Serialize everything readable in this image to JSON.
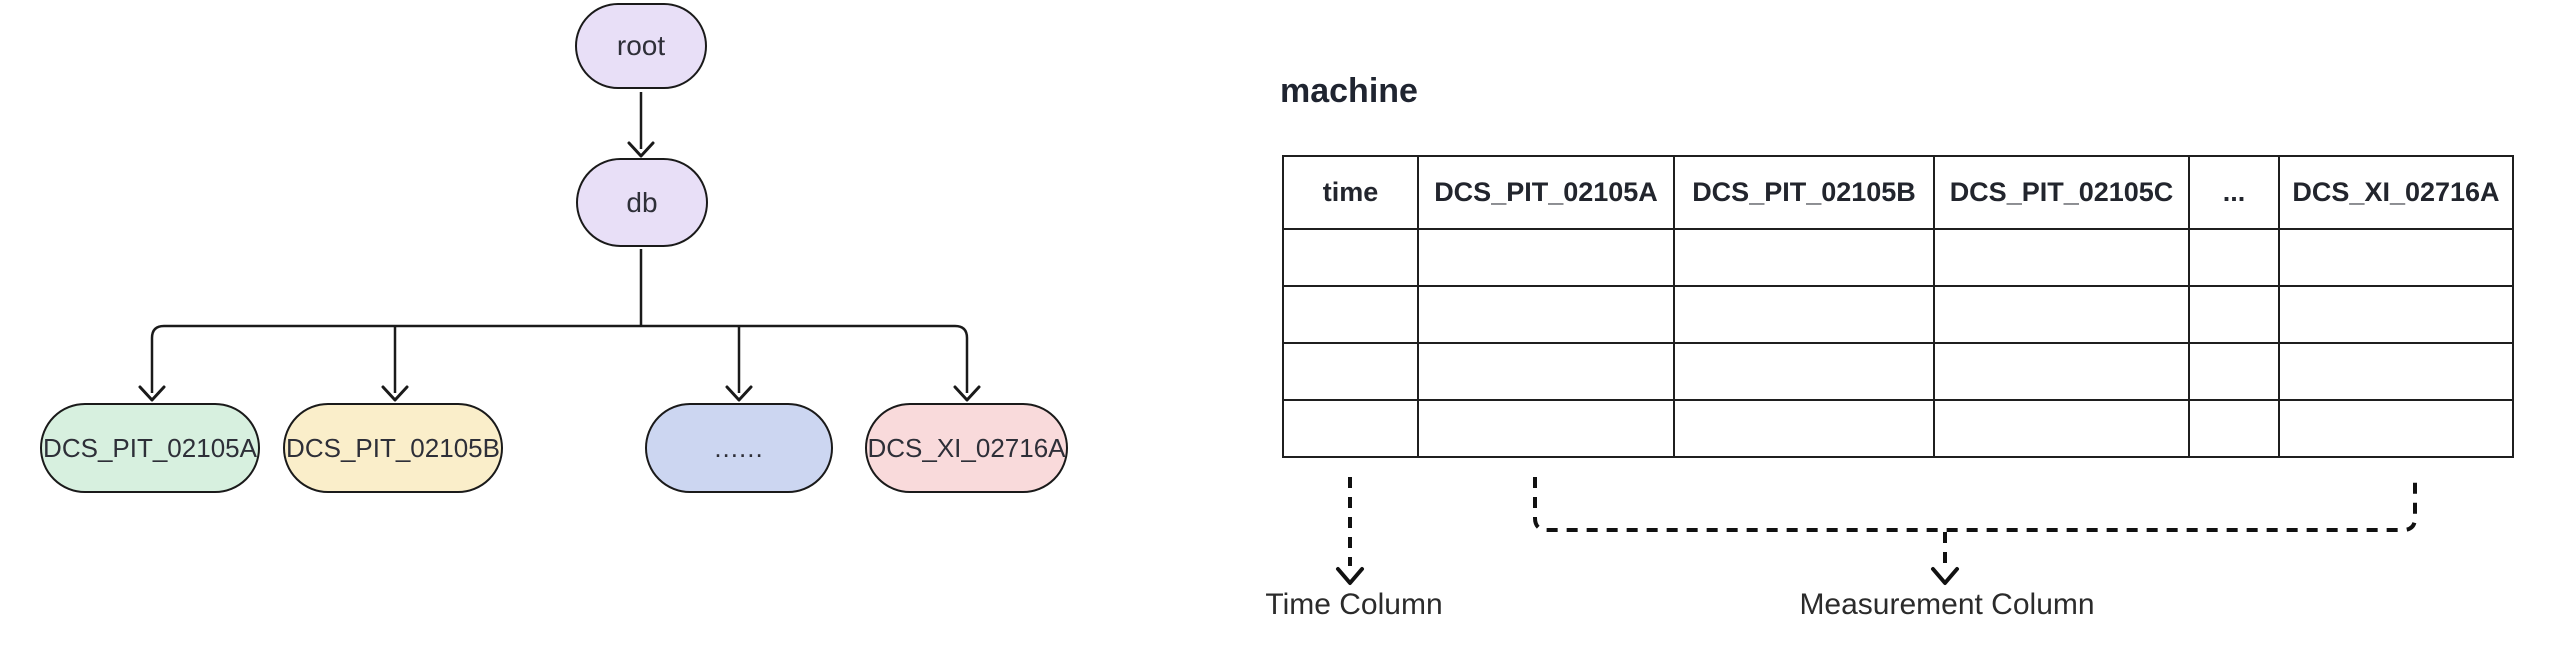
{
  "diagram": {
    "nodes": {
      "root": {
        "label": "root",
        "fill": "#e8dff7"
      },
      "db": {
        "label": "db",
        "fill": "#e8dff7"
      },
      "leaf1": {
        "label": "DCS_PIT_02105A",
        "fill": "#d7f0df"
      },
      "leaf2": {
        "label": "DCS_PIT_02105B",
        "fill": "#faeeca"
      },
      "leaf3": {
        "label": "......",
        "fill": "#ccd6f1"
      },
      "leaf4": {
        "label": "DCS_XI_02716A",
        "fill": "#f9dadb"
      }
    },
    "stroke_color": "#1a1a1a"
  },
  "table": {
    "title": "machine",
    "headers": [
      "time",
      "DCS_PIT_02105A",
      "DCS_PIT_02105B",
      "DCS_PIT_02105C",
      "...",
      "DCS_XI_02716A"
    ],
    "body_row_count": 4
  },
  "annotations": {
    "time_label": "Time Column",
    "measurement_label": "Measurement Column"
  }
}
